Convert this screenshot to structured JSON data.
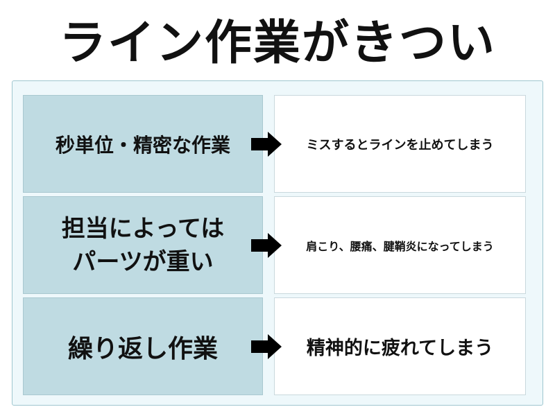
{
  "title": "ライン作業がきつい",
  "rows": [
    {
      "cause": "秒単位・精密な作業",
      "effect": "ミスするとラインを止めてしまう"
    },
    {
      "cause_line1": "担当によっては",
      "cause_line2": "パーツが重い",
      "effect": "肩こり、腰痛、腱鞘炎になってしまう"
    },
    {
      "cause": "繰り返し作業",
      "effect": "精神的に疲れてしまう"
    }
  ],
  "colors": {
    "cause_bg": "#bfdbe2",
    "panel_bg": "#eef8fb",
    "arrow": "#000000"
  }
}
